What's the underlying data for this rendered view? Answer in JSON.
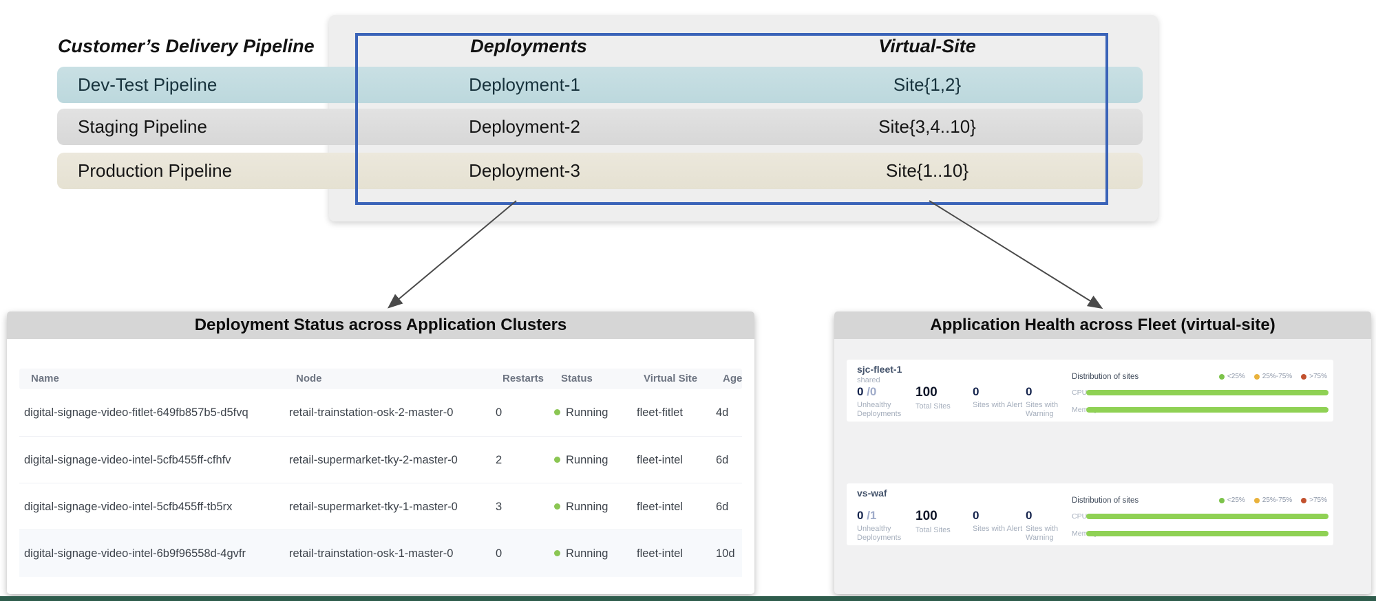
{
  "accent_colors": {
    "highlight_box_blue": "#3a63b8",
    "status_running_green": "#8bc653",
    "meter_bar_green": "#8fd154",
    "bottom_accent_teal": "#2e5c4c",
    "row_devtest_bg": "#c2dbdf",
    "row_staging_bg": "#dcdcdc",
    "row_production_bg": "#e9e5d8"
  },
  "pipeline": {
    "title": "Customer’s Delivery Pipeline",
    "col_deployments": "Deployments",
    "col_virtual_site": "Virtual-Site",
    "rows": [
      {
        "pipeline": "Dev-Test Pipeline",
        "deployment": "Deployment-1",
        "virtual_site": "Site{1,2}"
      },
      {
        "pipeline": "Staging Pipeline",
        "deployment": "Deployment-2",
        "virtual_site": "Site{3,4..10}"
      },
      {
        "pipeline": "Production Pipeline",
        "deployment": "Deployment-3",
        "virtual_site": "Site{1..10}"
      }
    ]
  },
  "deployment_status": {
    "title": "Deployment Status across Application Clusters",
    "headers": {
      "name": "Name",
      "node": "Node",
      "restarts": "Restarts",
      "status": "Status",
      "virtual_site": "Virtual Site",
      "age": "Age"
    },
    "rows": [
      {
        "name": "digital-signage-video-fitlet-649fb857b5-d5fvq",
        "node": "retail-trainstation-osk-2-master-0",
        "restarts": "0",
        "status": "Running",
        "virtual_site": "fleet-fitlet",
        "age": "4d"
      },
      {
        "name": "digital-signage-video-intel-5cfb455ff-cfhfv",
        "node": "retail-supermarket-tky-2-master-0",
        "restarts": "2",
        "status": "Running",
        "virtual_site": "fleet-intel",
        "age": "6d"
      },
      {
        "name": "digital-signage-video-intel-5cfb455ff-tb5rx",
        "node": "retail-supermarket-tky-1-master-0",
        "restarts": "3",
        "status": "Running",
        "virtual_site": "fleet-intel",
        "age": "6d"
      },
      {
        "name": "digital-signage-video-intel-6b9f96558d-4gvfr",
        "node": "retail-trainstation-osk-1-master-0",
        "restarts": "0",
        "status": "Running",
        "virtual_site": "fleet-intel",
        "age": "10d"
      }
    ]
  },
  "app_health": {
    "title": "Application Health across Fleet (virtual-site)",
    "labels": {
      "unhealthy": "Unhealthy Deployments",
      "total": "Total Sites",
      "alert": "Sites with Alert",
      "warning": "Sites with Warning",
      "distribution": "Distribution of sites",
      "cpu": "CPU",
      "memory": "Memory"
    },
    "legend": [
      {
        "label": "<25%",
        "color": "#7cc34a"
      },
      {
        "label": "25%-75%",
        "color": "#e9b23c"
      },
      {
        "label": ">75%",
        "color": "#c2512e"
      }
    ],
    "cards": [
      {
        "name": "sjc-fleet-1",
        "subtitle": "shared",
        "unhealthy": "0",
        "unhealthy_total": "/0",
        "total_sites": "100",
        "sites_with_alert": "0",
        "sites_with_warning": "0",
        "cpu_percent": 100,
        "memory_percent": 100
      },
      {
        "name": "vs-waf",
        "subtitle": "",
        "unhealthy": "0",
        "unhealthy_total": "/1",
        "total_sites": "100",
        "sites_with_alert": "0",
        "sites_with_warning": "0",
        "cpu_percent": 100,
        "memory_percent": 100
      }
    ]
  }
}
